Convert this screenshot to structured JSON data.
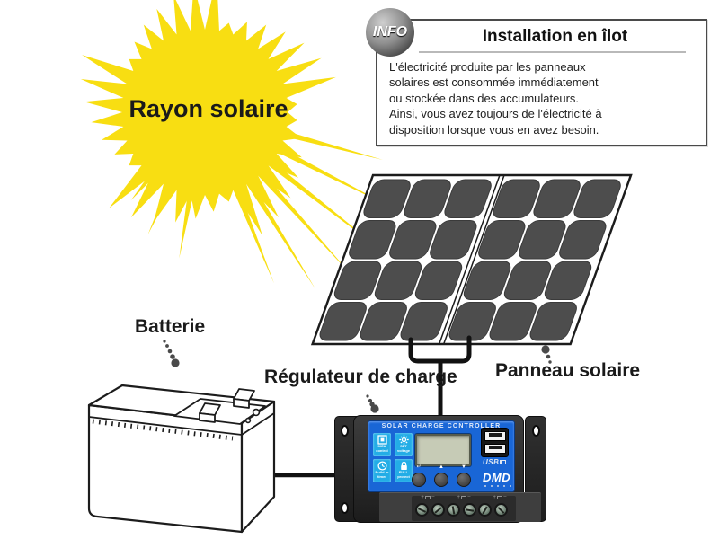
{
  "sun": {
    "label": "Rayon solaire",
    "color": "#F8DE12"
  },
  "info": {
    "badge": "INFO",
    "title": "Installation en îlot",
    "body_lines": [
      "L'électricité produite par les panneaux",
      "solaires est consommée immédiatement",
      "ou stockée dans des accumulateurs.",
      "Ainsi, vous avez toujours de l'électricité à",
      "disposition lorsque vous en avez besoin."
    ]
  },
  "labels": {
    "battery": "Batterie",
    "controller": "Régulateur de charge",
    "panel": "Panneau solaire"
  },
  "controller": {
    "title": "SOLAR CHARGE CONTROLLER",
    "tiles": [
      {
        "icon": "mcu-chip-icon",
        "line1": "MCU",
        "line2": "control"
      },
      {
        "icon": "gear-icon",
        "line1": "SET",
        "line2": "voltage"
      },
      {
        "icon": "clock-icon",
        "line1": "Build-in",
        "line2": "timer"
      },
      {
        "icon": "lock-icon",
        "line1": "FULL",
        "line2": "protect"
      }
    ],
    "button_symbols": [
      "↵",
      "▲",
      "▼"
    ],
    "usb_label": "USB",
    "brand": "DMD",
    "terminals": [
      {
        "plus": "+",
        "icon": "solar-terminal-icon",
        "minus": "−"
      },
      {
        "plus": "+",
        "icon": "battery-terminal-icon",
        "minus": "−"
      },
      {
        "plus": "+",
        "icon": "load-terminal-icon",
        "minus": "−"
      }
    ],
    "colors": {
      "face": "#1966D6",
      "tile": "#23ADE6",
      "lcd": "#C6CBB6",
      "case": "#2B2B2B"
    }
  },
  "panel": {
    "cell_color": "#4D4D4D",
    "columns_per_half": 3,
    "rows": 4,
    "halves": 2
  }
}
